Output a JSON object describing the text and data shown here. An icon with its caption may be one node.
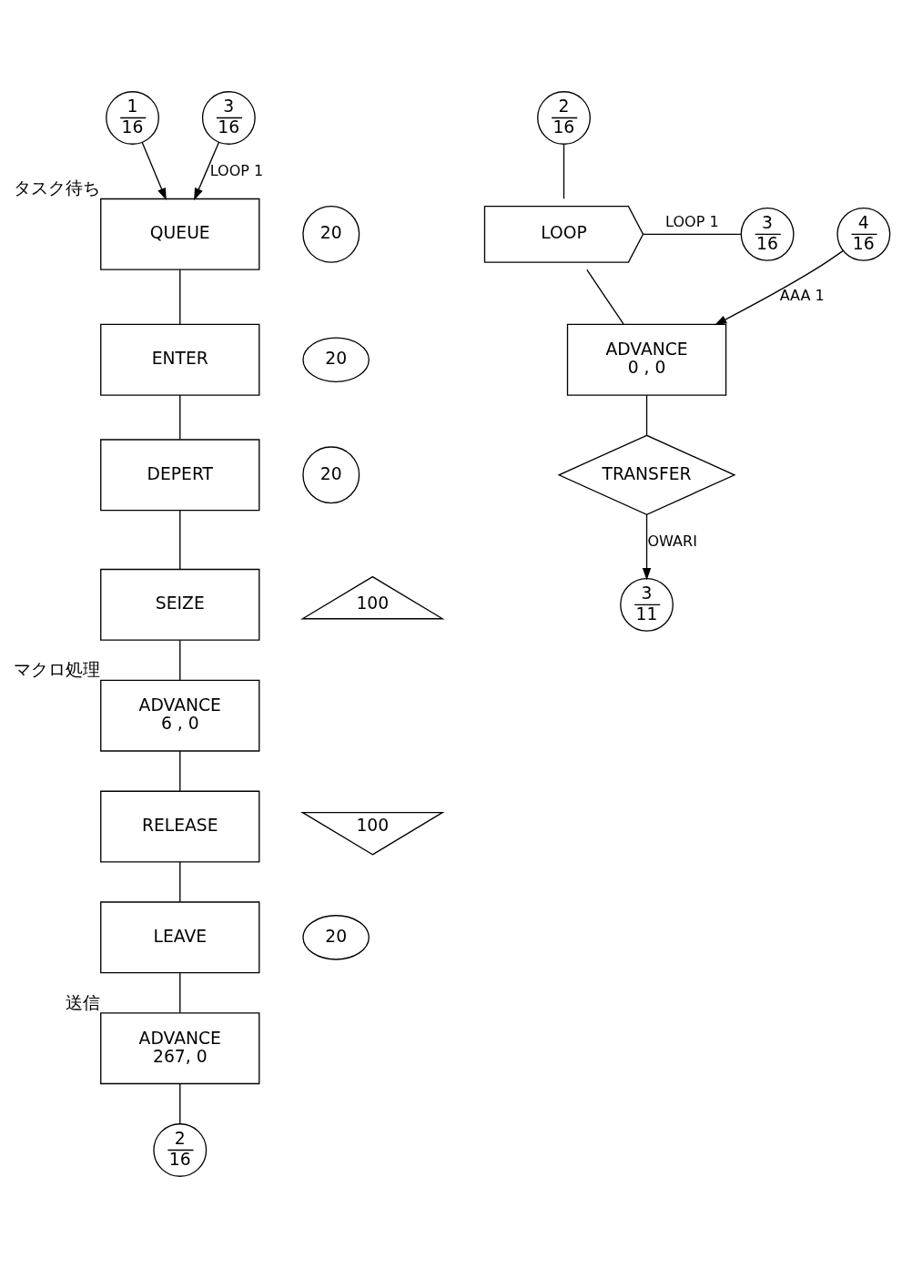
{
  "diagram": {
    "nodes": [
      {
        "text": [
          "1",
          "16"
        ]
      },
      {
        "text": [
          "3",
          "16"
        ]
      },
      {
        "text": [
          "QUEUE"
        ],
        "beside": [
          "タスク待ち"
        ]
      },
      {
        "text": [
          "20"
        ]
      },
      {
        "text": [
          "ENTER"
        ]
      },
      {
        "text": [
          "20"
        ]
      },
      {
        "text": [
          "DEPERT"
        ]
      },
      {
        "text": [
          "20"
        ]
      },
      {
        "text": [
          "SEIZE"
        ]
      },
      {
        "text": [
          "100"
        ]
      },
      {
        "text": [
          "ADVANCE",
          "6 , 0"
        ],
        "beside": [
          "マクロ処理"
        ]
      },
      {
        "text": [
          "RELEASE"
        ]
      },
      {
        "text": [
          "100"
        ]
      },
      {
        "text": [
          "LEAVE"
        ]
      },
      {
        "text": [
          "20"
        ]
      },
      {
        "text": [
          "ADVANCE",
          "267, 0"
        ],
        "beside": [
          "送信"
        ]
      },
      {
        "text": [
          "2",
          "16"
        ]
      },
      {
        "text": [
          "2",
          "16"
        ]
      },
      {
        "text": [
          "LOOP"
        ]
      },
      {
        "text": [
          "3",
          "16"
        ]
      },
      {
        "text": [
          "4",
          "16"
        ]
      },
      {
        "text": [
          "ADVANCE",
          "0 , 0"
        ]
      },
      {
        "text": [
          "TRANSFER"
        ]
      },
      {
        "text": [
          "3",
          "11"
        ]
      }
    ],
    "edges": [
      {
        "from": 0,
        "to": 2,
        "arrow": "to"
      },
      {
        "from": 1,
        "to": 2,
        "arrow": "to",
        "label": "LOOP 1"
      },
      {
        "from": 2,
        "to": 4,
        "arrow": "none"
      },
      {
        "from": 4,
        "to": 6,
        "arrow": "none"
      },
      {
        "from": 6,
        "to": 8,
        "arrow": "none"
      },
      {
        "from": 8,
        "to": 10,
        "arrow": "none"
      },
      {
        "from": 10,
        "to": 11,
        "arrow": "none"
      },
      {
        "from": 11,
        "to": 13,
        "arrow": "none"
      },
      {
        "from": 13,
        "to": 15,
        "arrow": "none"
      },
      {
        "from": 15,
        "to": 16,
        "arrow": "none"
      },
      {
        "from": 17,
        "to": 18,
        "arrow": "none"
      },
      {
        "from": 18,
        "to": 19,
        "arrow": "none",
        "label": "LOOP 1"
      },
      {
        "from": 20,
        "to": 21,
        "arrow": "to",
        "label": "AAA 1"
      },
      {
        "from": 18,
        "to": 21,
        "arrow": "none"
      },
      {
        "from": 21,
        "to": 22,
        "arrow": "none"
      },
      {
        "from": 22,
        "to": 23,
        "arrow": "to",
        "label": "OWARI"
      }
    ]
  }
}
